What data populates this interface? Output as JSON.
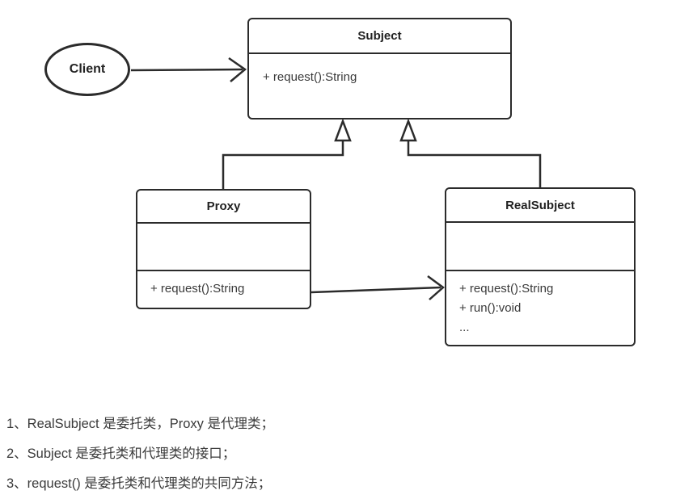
{
  "diagram": {
    "client": {
      "label": "Client"
    },
    "subject": {
      "title": "Subject",
      "methods": [
        "+ request():String"
      ]
    },
    "proxy": {
      "title": "Proxy",
      "methods": [
        "+ request():String"
      ]
    },
    "realsubject": {
      "title": "RealSubject",
      "methods": [
        "+ request():String",
        "+ run():void",
        "..."
      ]
    },
    "relations": [
      {
        "from": "Client",
        "to": "Subject",
        "type": "association-arrow"
      },
      {
        "from": "Proxy",
        "to": "Subject",
        "type": "generalization"
      },
      {
        "from": "RealSubject",
        "to": "Subject",
        "type": "generalization"
      },
      {
        "from": "Proxy",
        "to": "RealSubject",
        "type": "association-arrow"
      }
    ]
  },
  "notes": [
    "1、RealSubject 是委托类，Proxy 是代理类；",
    "2、Subject 是委托类和代理类的接口；",
    "3、request() 是委托类和代理类的共同方法；"
  ],
  "colors": {
    "line": "#2b2b2b",
    "text": "#3a3a3a",
    "background": "#ffffff"
  }
}
